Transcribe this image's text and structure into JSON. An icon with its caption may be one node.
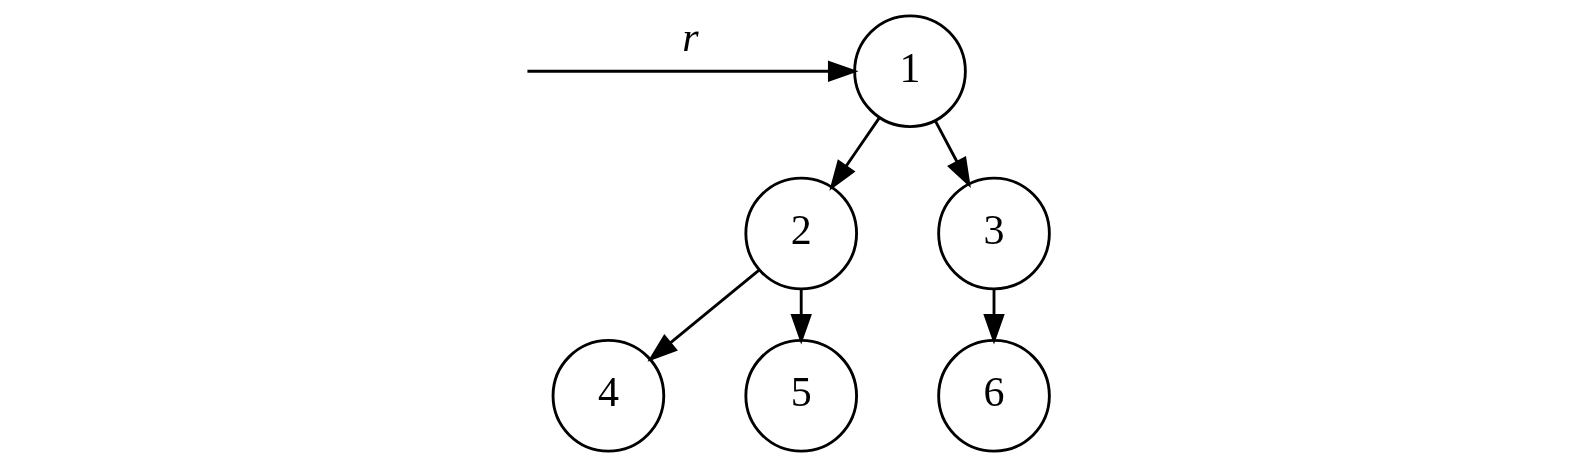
{
  "diagram": {
    "nodes": [
      {
        "text": [
          "1"
        ]
      },
      {
        "text": [
          "2"
        ]
      },
      {
        "text": [
          "3"
        ]
      },
      {
        "text": [
          "4"
        ]
      },
      {
        "text": [
          "5"
        ]
      },
      {
        "text": [
          "6"
        ]
      }
    ],
    "edges": [
      {
        "from": null,
        "to": 0,
        "arrow": "to",
        "label": "r"
      },
      {
        "from": 0,
        "to": 2,
        "arrow": "to"
      },
      {
        "from": 0,
        "to": 1,
        "arrow": "to"
      },
      {
        "from": 2,
        "to": 5,
        "arrow": "to"
      },
      {
        "from": 1,
        "to": 4,
        "arrow": "to"
      },
      {
        "from": 1,
        "to": 3,
        "arrow": "to"
      }
    ]
  }
}
